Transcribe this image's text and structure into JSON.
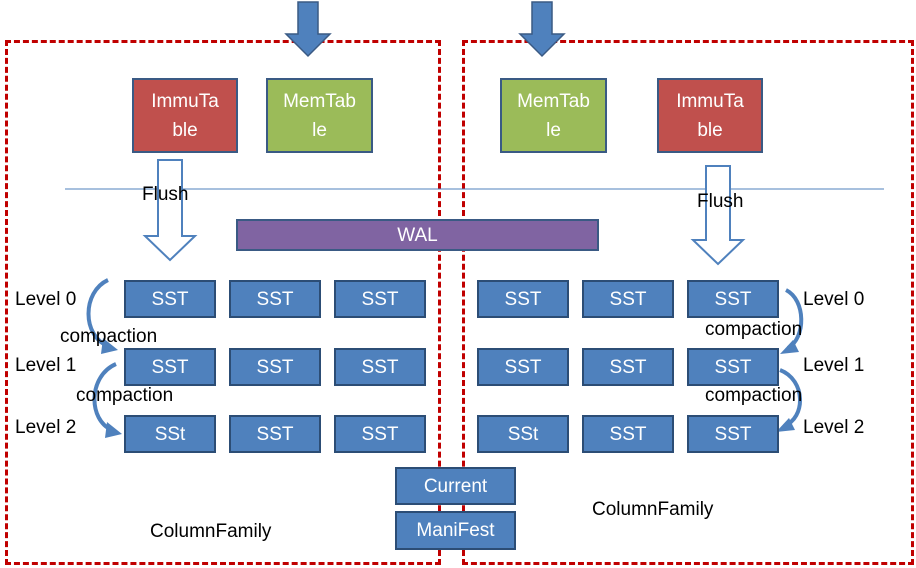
{
  "left_family": {
    "immutable_label": "ImmuTa\nble",
    "memtable_label": "MemTab\nle",
    "flush_label": "Flush",
    "level_labels": [
      "Level 0",
      "Level 1",
      "Level 2"
    ],
    "compaction_labels": [
      "compaction",
      "compaction"
    ],
    "sst_rows": [
      [
        "SST",
        "SST",
        "SST"
      ],
      [
        "SST",
        "SST",
        "SST"
      ],
      [
        "SSt",
        "SST",
        "SST"
      ]
    ],
    "family_label": "ColumnFamily"
  },
  "right_family": {
    "memtable_label": "MemTab\nle",
    "immutable_label": "ImmuTa\nble",
    "flush_label": "Flush",
    "level_labels": [
      "Level 0",
      "Level 1",
      "Level 2"
    ],
    "compaction_labels": [
      "compaction",
      "compaction"
    ],
    "sst_rows": [
      [
        "SST",
        "SST",
        "SST"
      ],
      [
        "SST",
        "SST",
        "SST"
      ],
      [
        "SSt",
        "SST",
        "SST"
      ]
    ],
    "family_label": "ColumnFamily"
  },
  "shared": {
    "wal_label": "WAL",
    "current_label": "Current",
    "manifest_label": "ManiFest"
  },
  "colors": {
    "immutable": "#c0504d",
    "memtable": "#9bbb59",
    "sst": "#4f81bd",
    "wal": "#8064a2",
    "region_border": "#c00000",
    "arrow": "#4f81bd"
  }
}
